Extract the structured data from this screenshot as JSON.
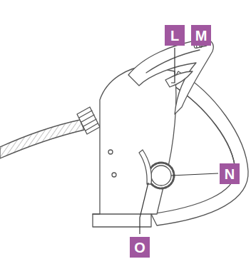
{
  "diagram": {
    "labels": [
      "L",
      "M",
      "N",
      "O"
    ]
  }
}
